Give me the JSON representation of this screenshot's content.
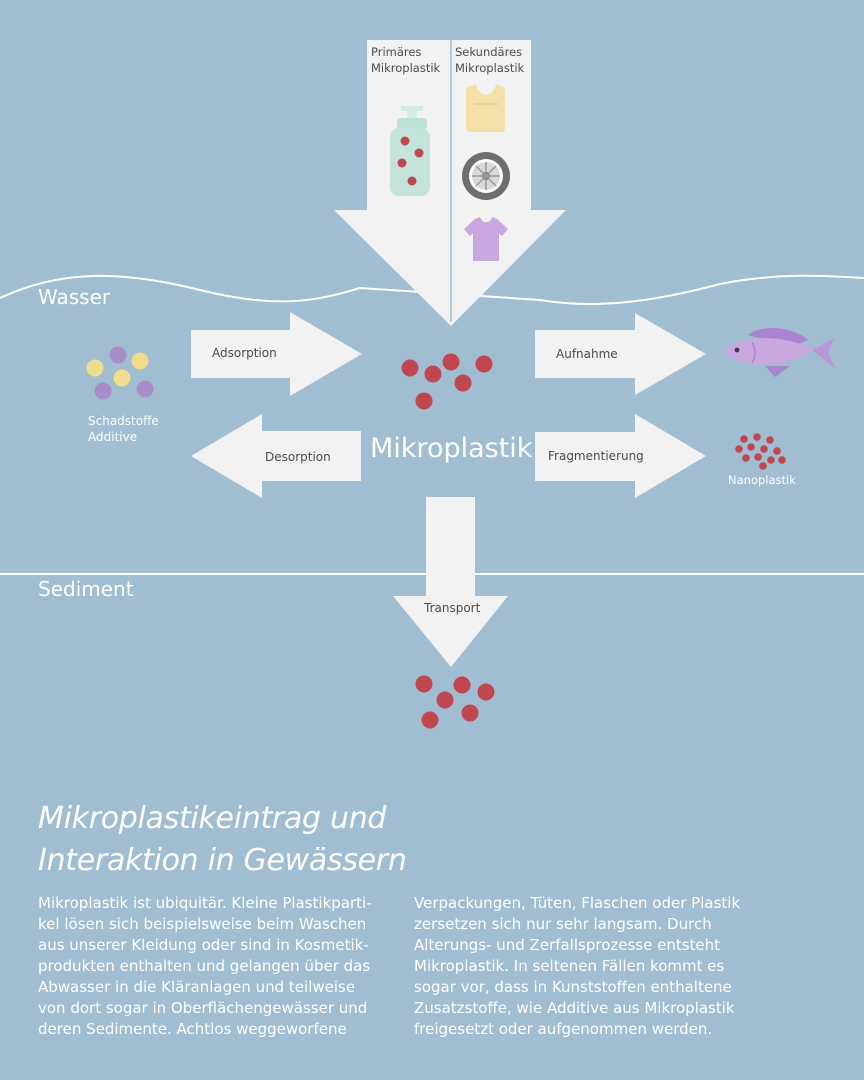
{
  "zones": {
    "water": "Wasser",
    "sediment": "Sediment"
  },
  "sources": {
    "primary": {
      "label": "Primäres Mikroplastik",
      "icons": [
        "soap-bottle-icon"
      ]
    },
    "secondary": {
      "label": "Sekundäres Mikroplastik",
      "icons": [
        "plastic-bag-icon",
        "tire-icon",
        "tshirt-icon"
      ]
    }
  },
  "center_label": "Mikroplastik",
  "processes": {
    "adsorption": "Adsorption",
    "desorption": "Desorption",
    "uptake": "Aufnahme",
    "fragmentation": "Fragmentierung",
    "transport": "Transport"
  },
  "pollutants": {
    "label": "Schadstoffe Additive"
  },
  "nanoplastic": {
    "label": "Nanoplastik"
  },
  "organism_icon": "fish-icon",
  "colors": {
    "background": "#a0bdd2",
    "arrow": "#f2f2f2",
    "particle": "#c0464f",
    "pollutant_purple": "#a68fc8",
    "pollutant_yellow": "#f0dc8a",
    "fish": "#c9a8e0"
  },
  "title_lines": [
    "Mikroplastikeintrag und",
    "Interaktion in Gewässern"
  ],
  "body_left": [
    "Mikroplastik ist ubiquitär. Kleine Plastikparti-",
    "kel lösen sich beispielsweise beim Waschen",
    "aus unserer Kleidung oder sind in Kosmetik-",
    "produkten enthalten und gelangen über das",
    "Abwasser in die Kläranlagen und teilweise",
    "von dort sogar in Oberflächengewässer und",
    "deren Sedimente. Achtlos weggeworfene"
  ],
  "body_right": [
    "Verpackungen, Tüten, Flaschen oder Plastik",
    "zersetzen sich nur sehr langsam. Durch",
    "Alterungs- und Zerfallsprozesse entsteht",
    "Mikroplastik. In seltenen Fällen kommt es",
    "sogar vor, dass in Kunststoffen enthaltene",
    "Zusatzstoffe, wie Additive aus Mikroplastik",
    "freigesetzt oder aufgenommen werden."
  ]
}
